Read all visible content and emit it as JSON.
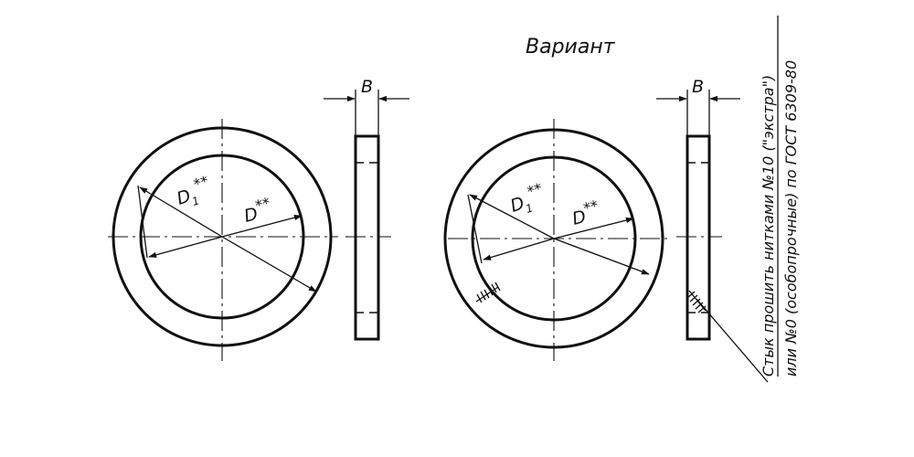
{
  "variant_title": "Вариант",
  "dimensions": {
    "width": "B",
    "inner_diameter": "D",
    "inner_diameter_sub": "1",
    "outer_diameter": "D",
    "tolerance_mark": "**"
  },
  "note": {
    "line1": "Стык прошить нитками №10 (\"экстра\")",
    "line2": "или №0 (особопрочные) по ГОСТ 6309-80"
  }
}
